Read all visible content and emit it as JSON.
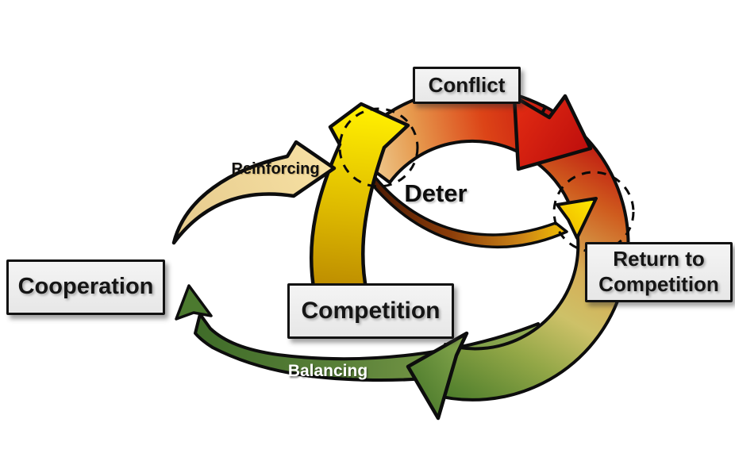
{
  "nodes": {
    "conflict": "Conflict",
    "cooperation": "Cooperation",
    "competition": "Competition",
    "return_line1": "Return to",
    "return_line2": "Competition"
  },
  "labels": {
    "reinforcing": "Reinforcing",
    "balancing": "Balancing",
    "deter": "Deter"
  },
  "colors": {
    "background": "#ffffff",
    "node_box_bg": "#ededed",
    "node_box_border": "#121212",
    "outline_black": "#0d0d0d",
    "reinforcing_tan": "#f0d898",
    "escalation_yellow": "#ffee00",
    "escalation_gold": "#bb8a00",
    "conflict_red": "#c40f0f",
    "return_khaki": "#d2bd62",
    "cycle_green": "#4e7e2c",
    "balancing_green_dark": "#3e6b28",
    "balancing_green_light": "#93ad52",
    "deter_brown": "#4f1c04",
    "deter_yellow": "#ffe600"
  }
}
